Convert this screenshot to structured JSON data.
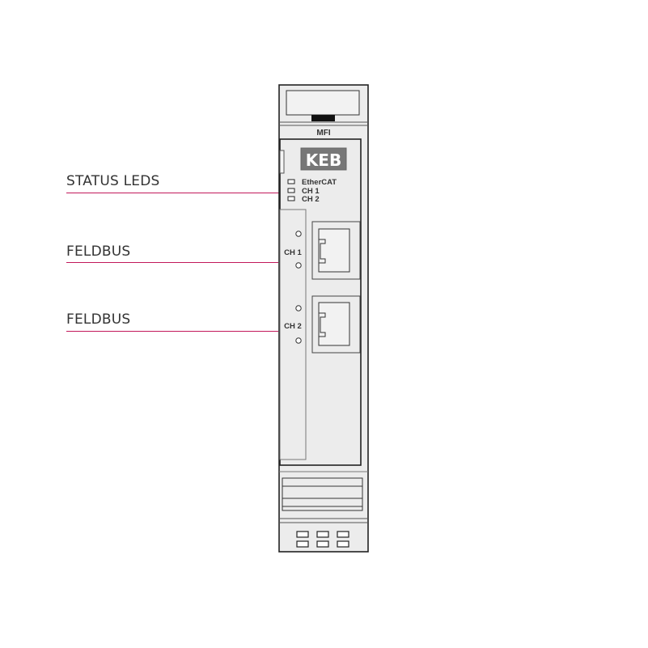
{
  "callouts": [
    {
      "label": "STATUS LEDS"
    },
    {
      "label": "FELDBUS"
    },
    {
      "label": "FELDBUS"
    }
  ],
  "module": {
    "name": "MFI",
    "logo": "KEB",
    "led_labels": [
      "EtherCAT",
      "CH 1",
      "CH 2"
    ],
    "ports": [
      "CH 1",
      "CH 2"
    ]
  },
  "colors": {
    "accent_line": "#c2185b",
    "housing_fill": "#ececec",
    "outline": "#222222"
  }
}
